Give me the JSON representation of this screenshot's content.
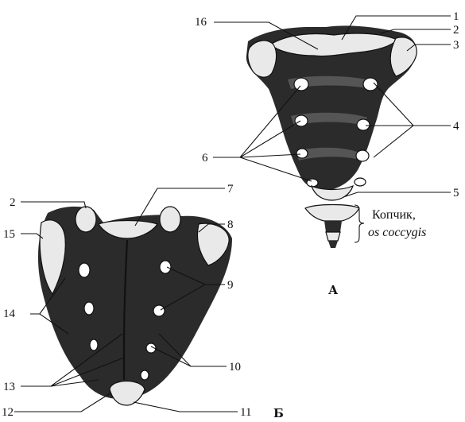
{
  "figure": {
    "label_a": "А",
    "label_b": "Б",
    "coccyx_ru": "Копчик,",
    "coccyx_lat": "os coccygis"
  },
  "labels": {
    "n1": "1",
    "n2a": "2",
    "n3": "3",
    "n4": "4",
    "n5": "5",
    "n6": "6",
    "n16": "16",
    "n2b": "2",
    "n7": "7",
    "n8": "8",
    "n9": "9",
    "n10": "10",
    "n11": "11",
    "n12": "12",
    "n13": "13",
    "n14": "14",
    "n15": "15"
  }
}
